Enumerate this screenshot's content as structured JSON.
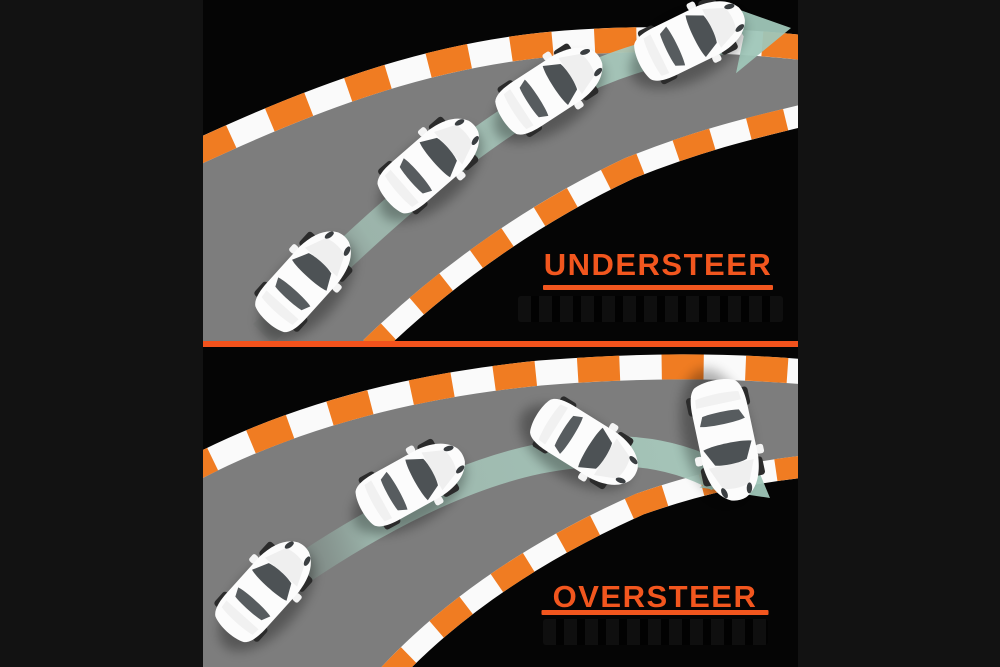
{
  "panels": [
    {
      "id": "understeer",
      "label": "UNDERSTEER"
    },
    {
      "id": "oversteer",
      "label": "OVERSTEER"
    }
  ],
  "colors": {
    "page_background": "#121212",
    "panel_background": "#050505",
    "road_gray": "#7d7d7d",
    "kerb_orange": "#f07c22",
    "kerb_white": "#fafafa",
    "trajectory_teal": "#a7c9bc",
    "label_orange": "#f2561e",
    "divider_orange": "#f2521c",
    "car_body_white": "#fcfcfc",
    "car_glass_gray": "#4d5255"
  }
}
